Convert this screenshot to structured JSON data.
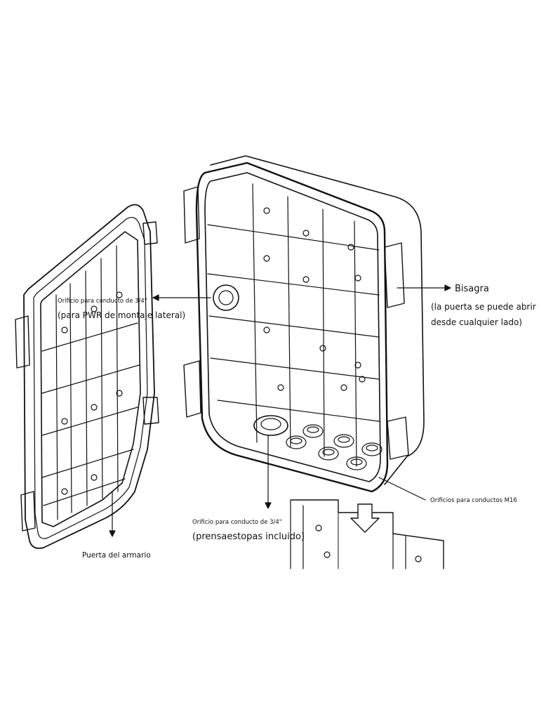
{
  "labels": {
    "side_conduit_title": "Orificio para conducto de 3/4\"",
    "side_conduit_detail": "(para PWR de montaje lateral)",
    "hinge_title": "Bisagra",
    "hinge_detail_1": "(la puerta se puede abrir",
    "hinge_detail_2": "desde cualquier lado)",
    "m16_holes": "Orificios para conductos M16",
    "bottom_conduit_title": "Orificio para conducto de 3/4\"",
    "bottom_conduit_detail": "(prensaestopas incluido)",
    "door": "Puerta del armario"
  },
  "colors": {
    "line": "#111111",
    "background": "#ffffff"
  }
}
